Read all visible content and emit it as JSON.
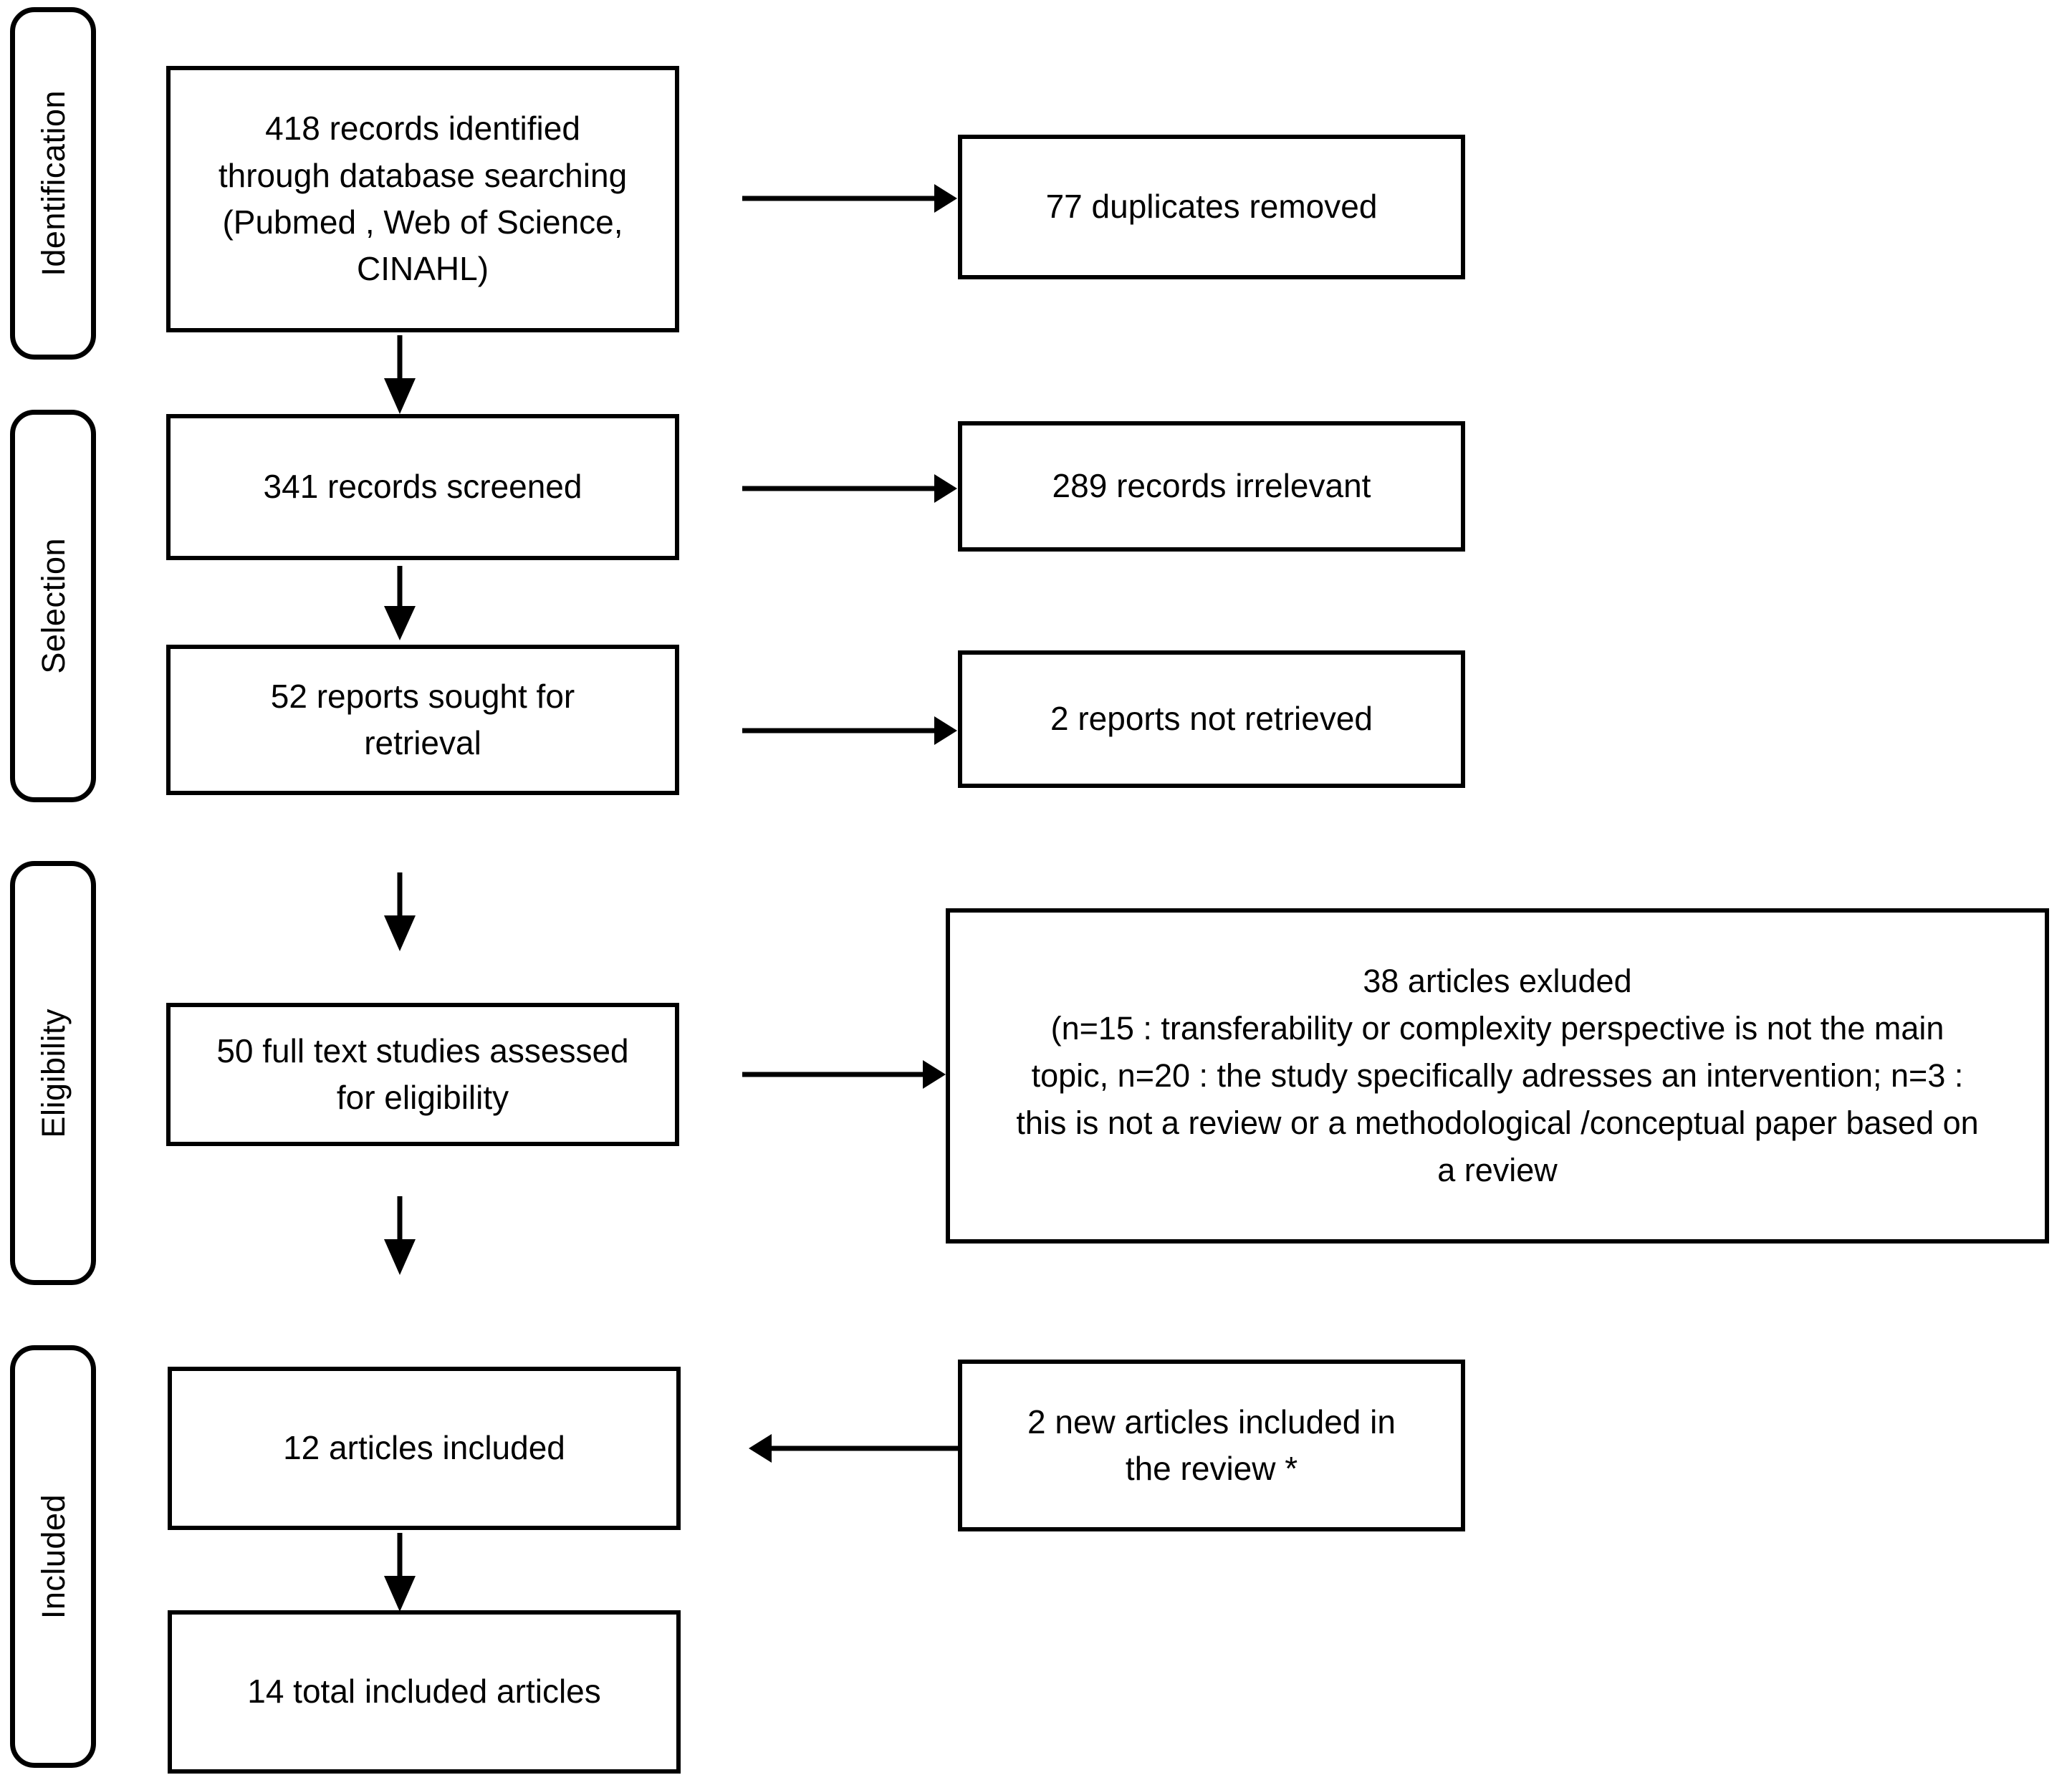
{
  "diagram": {
    "type": "prisma-flow-diagram",
    "stages": [
      {
        "id": "identification",
        "label": "Identification"
      },
      {
        "id": "selection",
        "label": "Selection"
      },
      {
        "id": "eligibility",
        "label": "Eligibility"
      },
      {
        "id": "included",
        "label": "Included"
      }
    ],
    "boxes": {
      "records_identified": "418 records  identified\nthrough  database  searching\n(Pubmed , Web of Science,\nCINAHL)",
      "duplicates_removed": "77 duplicates  removed",
      "records_screened": "341 records  screened",
      "records_irrelevant": "289 records  irrelevant",
      "reports_sought": "52 reports  sought for\nretrieval",
      "reports_not_retrieved": "2 reports not  retrieved",
      "full_text_assessed": "50 full text studies assessed\nfor eligibility",
      "articles_excluded": "38 articles exluded\n(n=15 : transferability  or complexity perspective  is not the main\ntopic, n=20 : the study specifically adresses an intervention; n=3 :\nthis is not a review  or a methodological /conceptual  paper  based on\na review",
      "articles_included": "12 articles included",
      "new_articles_included": "2 new articles included in\nthe review *",
      "total_included": "14 total included articles"
    },
    "connectors": [
      {
        "id": "identified-to-duplicates",
        "direction": "right"
      },
      {
        "id": "identified-to-screened",
        "direction": "down"
      },
      {
        "id": "screened-to-irrelevant",
        "direction": "right"
      },
      {
        "id": "screened-to-sought",
        "direction": "down"
      },
      {
        "id": "sought-to-not-retrieved",
        "direction": "right"
      },
      {
        "id": "sought-to-fulltext",
        "direction": "down"
      },
      {
        "id": "fulltext-to-excluded",
        "direction": "right"
      },
      {
        "id": "fulltext-to-included",
        "direction": "down"
      },
      {
        "id": "new-articles-to-included",
        "direction": "left"
      },
      {
        "id": "included-to-total",
        "direction": "down"
      }
    ],
    "colors": {
      "stroke": "#000000",
      "background": "#ffffff",
      "text": "#000000"
    }
  }
}
